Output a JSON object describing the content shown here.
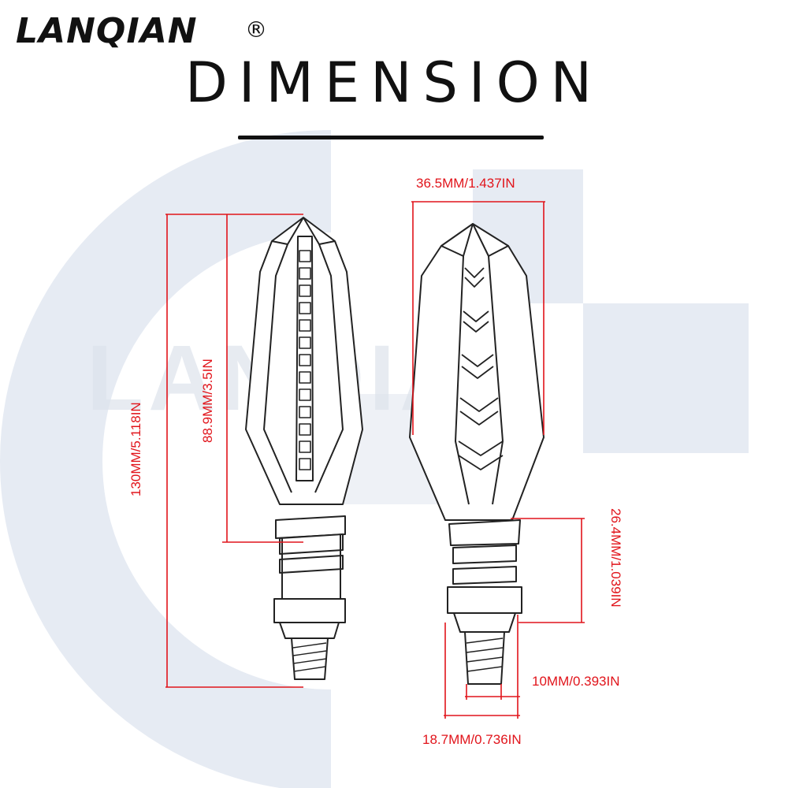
{
  "brand": {
    "name": "LANQIAN",
    "registered": "®"
  },
  "title": "DIMENSION",
  "watermark": "LANQIAN",
  "colors": {
    "dimension": "#e1141b",
    "outline": "#222222",
    "watermark": "#e2e8f1"
  },
  "dimensions": {
    "overall_length": "130MM/5.118IN",
    "lens_length": "88.9MM/3.5IN",
    "width": "36.5MM/1.437IN",
    "stem_length": "26.4MM/1.039IN",
    "thread_diameter": "10MM/0.393IN",
    "nut_width": "18.7MM/0.736IN"
  }
}
